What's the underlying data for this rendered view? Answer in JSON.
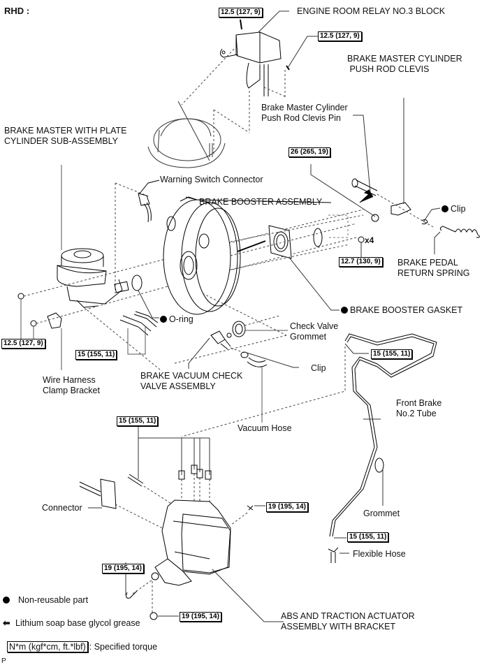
{
  "header": {
    "variant": "RHD :"
  },
  "labels": {
    "engine_relay_block": "ENGINE ROOM RELAY NO.3 BLOCK",
    "push_rod_clevis": [
      "BRAKE MASTER CYLINDER",
      " PUSH ROD CLEVIS"
    ],
    "clevis_pin": [
      "Brake Master Cylinder",
      "Push Rod Clevis Pin"
    ],
    "master_cylinder": [
      "BRAKE MASTER WITH PLATE",
      "CYLINDER SUB-ASSEMBLY"
    ],
    "warning_switch": "Warning Switch Connector",
    "booster_assembly": "BRAKE BOOSTER ASSEMBLY",
    "clip_nonreusable": "Clip",
    "x4": "x4",
    "return_spring": [
      "BRAKE PEDAL",
      "RETURN SPRING"
    ],
    "booster_gasket": "BRAKE BOOSTER GASKET",
    "o_ring": "O-ring",
    "check_valve_grommet": [
      "Check Valve",
      "Grommet"
    ],
    "clip": "Clip",
    "wire_harness_bracket": [
      "Wire Harness",
      "Clamp Bracket"
    ],
    "check_valve_assembly": [
      "BRAKE VACUUM CHECK",
      "VALVE ASSEMBLY"
    ],
    "vacuum_hose": "Vacuum Hose",
    "front_brake_tube": [
      "Front Brake",
      "No.2 Tube"
    ],
    "connector": "Connector",
    "grommet": "Grommet",
    "flexible_hose": "Flexible Hose",
    "abs_actuator": [
      "ABS AND TRACTION ACTUATOR",
      "ASSEMBLY WITH BRACKET"
    ]
  },
  "torques": {
    "relay_bolt": "12.5 (127, 9)",
    "relay_nut": "12.5 (127, 9)",
    "clevis_nut": "26 (265, 19)",
    "booster_nuts": "12.7 (130, 9)",
    "master_cyl_nuts": "12.5 (127, 9)",
    "master_cyl_lines": "15 (155, 11)",
    "tube_upper": "15 (155, 11)",
    "actuator_lines": "15 (155, 11)",
    "actuator_bolt_right": "19 (195, 14)",
    "actuator_bolt_left": "19 (195, 14)",
    "actuator_nut_bottom": "19 (195, 14)",
    "tube_lower": "15 (155, 11)"
  },
  "legend": {
    "nonreusable": "Non-reusable part",
    "grease": "Lithium soap base glycol grease",
    "torque_unit": "N*m (kgf*cm, ft.*lbf)",
    "torque_desc": ": Specified torque"
  },
  "footer": {
    "code": "P"
  }
}
